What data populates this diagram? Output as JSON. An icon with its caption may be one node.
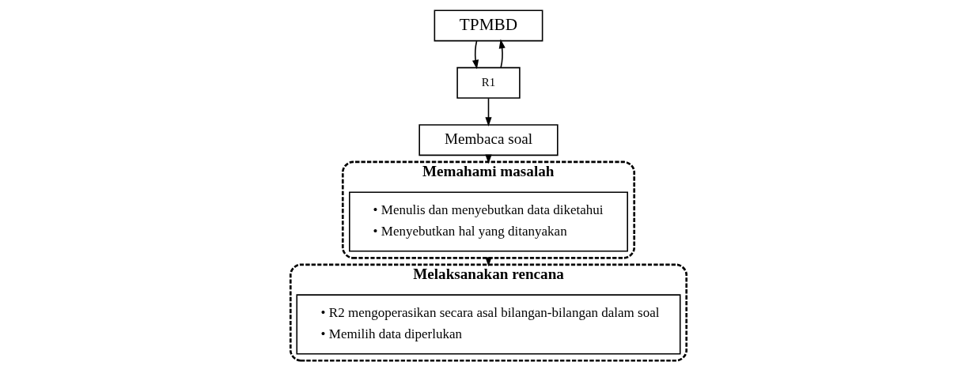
{
  "diagram": {
    "nodes": [
      {
        "text": [
          "TPMBD"
        ]
      },
      {
        "text": [
          "R1"
        ]
      },
      {
        "text": [
          "Membaca soal"
        ]
      },
      {
        "text": [
          "Memahami masalah"
        ]
      },
      {
        "text": [
          "• Menulis dan menyebutkan data diketahui",
          "• Menyebutkan hal yang ditanyakan"
        ],
        "in": 3
      },
      {
        "text": [
          "Melaksanakan rencana"
        ]
      },
      {
        "text": [
          "• R2 mengoperasikan secara asal bilangan-bilangan dalam soal",
          "• Memilih data diperlukan"
        ],
        "in": 5
      }
    ],
    "edges": [
      {
        "from": 0,
        "to": 1,
        "arrow": "to"
      },
      {
        "from": 1,
        "to": 0,
        "arrow": "to"
      },
      {
        "from": 1,
        "to": 2,
        "arrow": "to"
      },
      {
        "from": 2,
        "to": 3,
        "arrow": "to"
      },
      {
        "from": 3,
        "to": 5,
        "arrow": "to"
      }
    ]
  }
}
